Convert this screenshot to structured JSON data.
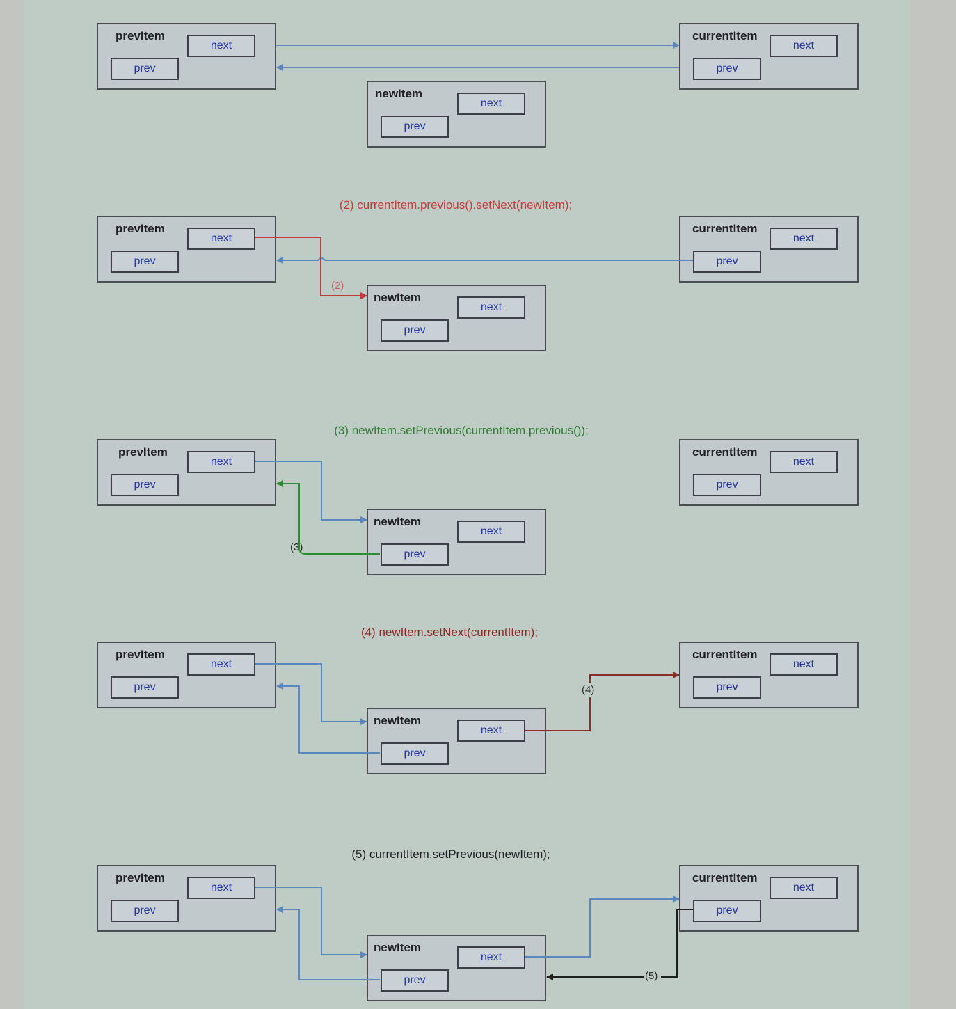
{
  "labels": {
    "prev_item": "prevItem",
    "current_item": "currentItem",
    "new_item": "newItem",
    "next": "next",
    "prev": "prev"
  },
  "steps": [
    {
      "caption": "",
      "caption_color": "#1f1f24"
    },
    {
      "caption": "(2) currentItem.previous().setNext(newItem);",
      "caption_color": "#c83a3a",
      "marker": "(2)"
    },
    {
      "caption": "(3) newItem.setPrevious(currentItem.previous());",
      "caption_color": "#2e7d32",
      "marker": "(3)"
    },
    {
      "caption": "(4) newItem.setNext(currentItem);",
      "caption_color": "#8e2424",
      "marker": "(4)"
    },
    {
      "caption": "(5) currentItem.setPrevious(newItem);",
      "caption_color": "#1f1f24",
      "marker": "(5)"
    }
  ],
  "colors": {
    "link": "#5b87bc",
    "step2": "#c0393b",
    "step3": "#2f8a34",
    "step4": "#8e2a2a",
    "step5": "#1f1f1f"
  }
}
